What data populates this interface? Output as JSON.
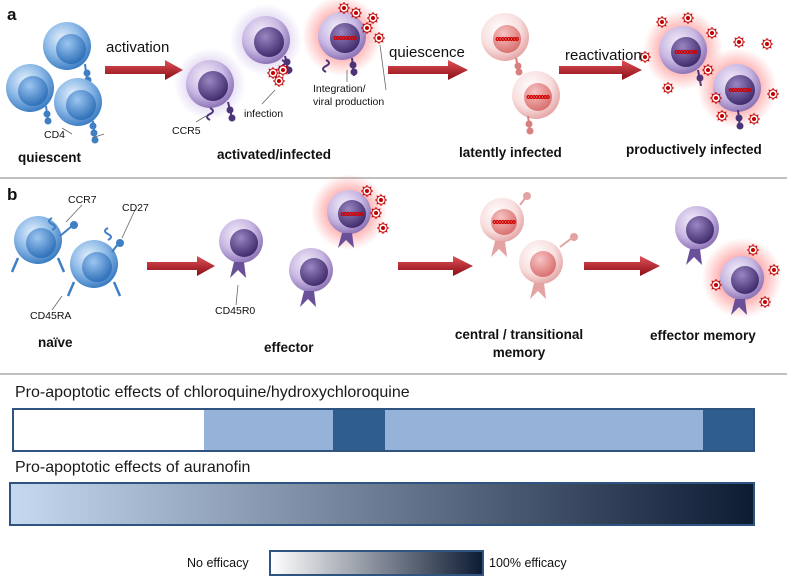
{
  "panels": {
    "a": {
      "letter": "a",
      "arrows": [
        "activation",
        "quiescence",
        "reactivation"
      ],
      "markers": [
        "CD4",
        "CCR5",
        "infection",
        "Integration/",
        "viral production"
      ],
      "stages": [
        "quiescent",
        "activated/infected",
        "latently infected",
        "productively infected"
      ]
    },
    "b": {
      "letter": "b",
      "markers": [
        "CCR7",
        "CD27",
        "CD45RA",
        "CD45R0"
      ],
      "stages": [
        "naïve",
        "effector",
        "central / transitional",
        "memory",
        "effector memory"
      ]
    }
  },
  "bars": {
    "chloroquine": {
      "title": "Pro-apoptotic effects of chloroquine/hydroxychloroquine",
      "segments": [
        {
          "level": "none",
          "color": "#ffffff"
        },
        {
          "level": "medium",
          "color": "#95b3d9"
        },
        {
          "level": "high",
          "color": "#2f5d8f"
        },
        {
          "level": "medium",
          "color": "#95b3d9"
        },
        {
          "level": "high",
          "color": "#2f5d8f"
        }
      ]
    },
    "auranofin": {
      "title": "Pro-apoptotic effects of auranofin",
      "gradient": [
        "#c6d9f0",
        "#0d1b33"
      ]
    }
  },
  "legend": {
    "low": "No efficacy",
    "high": "100% efficacy",
    "gradient": [
      "#ffffff",
      "#0d1b33"
    ]
  },
  "colors": {
    "naive_cell": "#5b9bd5",
    "activated_cell": "#7a5fa0",
    "latent_cell": "#e8a0a0",
    "virus": "#c00000",
    "arrow": "#b01820",
    "divider": "#808080"
  }
}
